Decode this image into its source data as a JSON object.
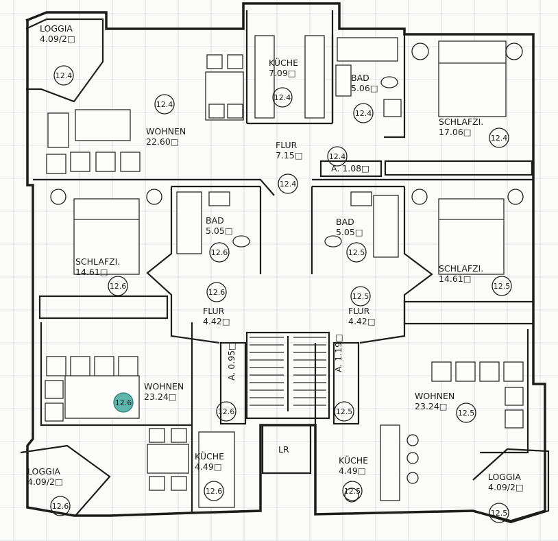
{
  "rooms": [
    {
      "id": "loggia-tl",
      "name": "LOGGIA",
      "area": "4.09/2",
      "unit": "12.4"
    },
    {
      "id": "kueche-top",
      "name": "KÜCHE",
      "area": "7.09",
      "unit": "12.4"
    },
    {
      "id": "bad-top",
      "name": "BAD",
      "area": "5.06",
      "unit": "12.4"
    },
    {
      "id": "wohnen-top",
      "name": "WOHNEN",
      "area": "22.60",
      "unit": "12.4"
    },
    {
      "id": "schlafzi-tr",
      "name": "SCHLAFZI.",
      "area": "17.06",
      "unit": "12.4"
    },
    {
      "id": "flur-top",
      "name": "FLUR",
      "area": "7.15",
      "unit": "12.4"
    },
    {
      "id": "abstell",
      "name": "A.",
      "area": "1.08",
      "unit": "12.4"
    },
    {
      "id": "schlafzi-l",
      "name": "SCHLAFZI.",
      "area": "14.61",
      "unit": "12.6"
    },
    {
      "id": "bad-l",
      "name": "BAD",
      "area": "5.05",
      "unit": "12.6"
    },
    {
      "id": "bad-r",
      "name": "BAD",
      "area": "5.05",
      "unit": "12.5"
    },
    {
      "id": "schlafzi-r",
      "name": "SCHLAFZI.",
      "area": "14.61",
      "unit": "12.5"
    },
    {
      "id": "flur-l",
      "name": "FLUR",
      "area": "4.42",
      "unit": "12.6"
    },
    {
      "id": "flur-r",
      "name": "FLUR",
      "area": "4.42",
      "unit": "12.5"
    },
    {
      "id": "wohnen-l",
      "name": "WOHNEN",
      "area": "23.24",
      "unit": "12.6"
    },
    {
      "id": "wohnen-r",
      "name": "WOHNEN",
      "area": "23.24",
      "unit": "12.5"
    },
    {
      "id": "abstell-l",
      "name": "A.",
      "area": "0.95",
      "unit": "12.6"
    },
    {
      "id": "abstell-r",
      "name": "A.",
      "area": "1.19",
      "unit": "12.5"
    },
    {
      "id": "kueche-l",
      "name": "KÜCHE",
      "area": "4.49",
      "unit": "12.6"
    },
    {
      "id": "kueche-r",
      "name": "KÜCHE",
      "area": "4.49",
      "unit": "12.5"
    },
    {
      "id": "loggia-bl",
      "name": "LOGGIA",
      "area": "4.09/2",
      "unit": "12.6"
    },
    {
      "id": "loggia-br",
      "name": "LOGGIA",
      "area": "4.09/2",
      "unit": "12.5"
    }
  ],
  "extra_unit_tag": "12.4",
  "lift_label": "LR",
  "area_unit_mark": "□",
  "highlighted_unit": "12.6",
  "colors": {
    "line": "#1c1c1c",
    "paper": "#fbfbf9",
    "grid": "#c9ccd6",
    "highlight": "#5fb6ad"
  }
}
